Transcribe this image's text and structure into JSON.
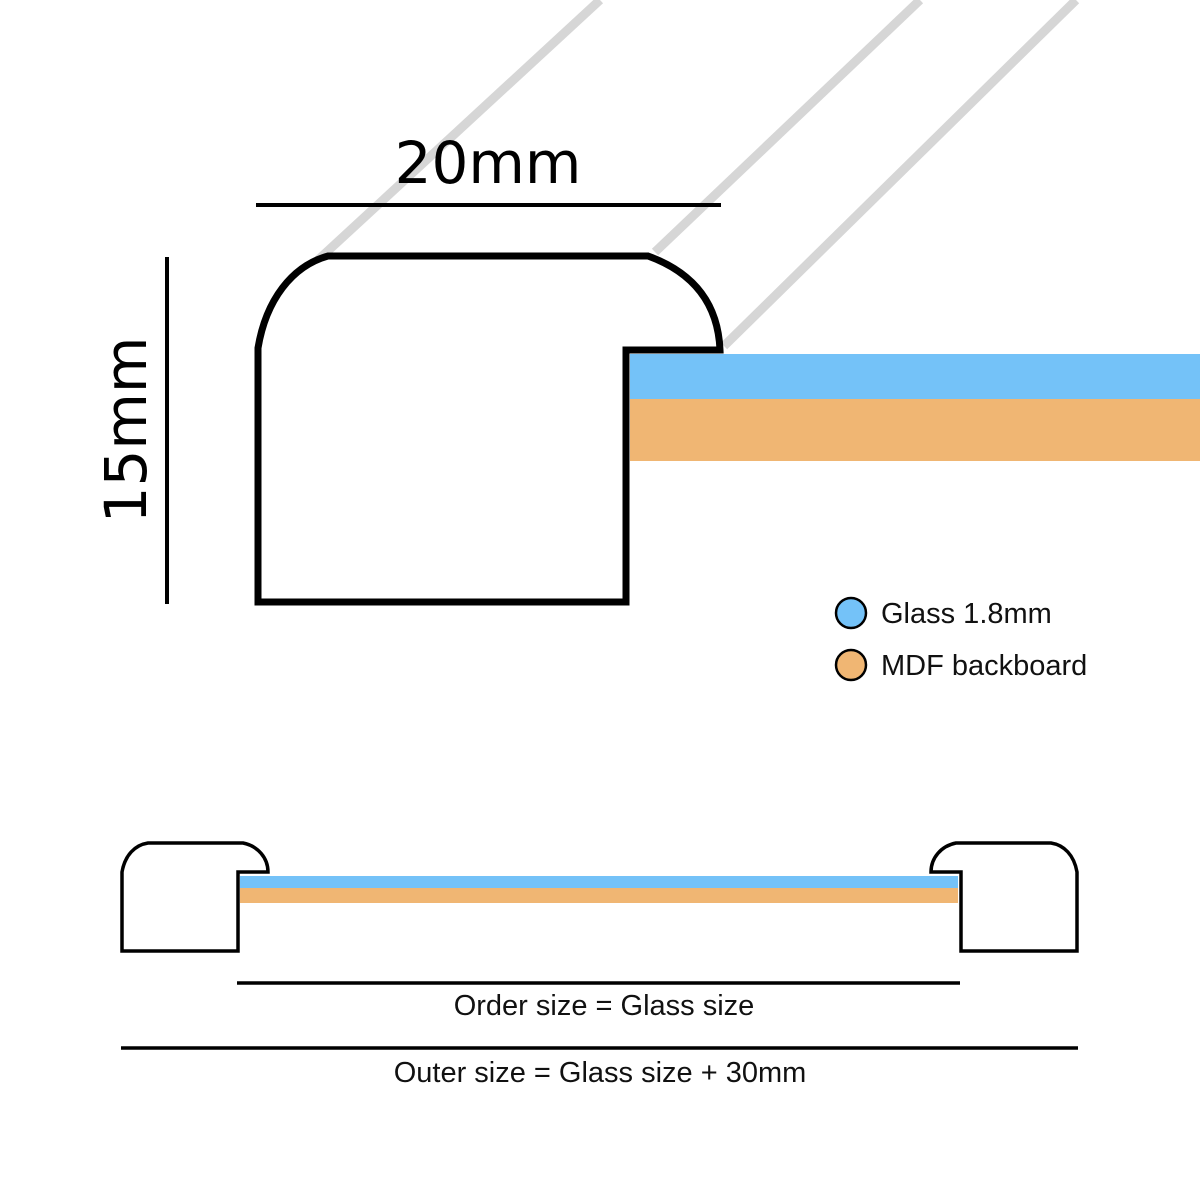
{
  "dimensions": {
    "width_label": "20mm",
    "height_label": "15mm"
  },
  "legend": [
    {
      "label": "Glass 1.8mm",
      "color": "#74C2F8"
    },
    {
      "label": "MDF backboard",
      "color": "#F0B673"
    }
  ],
  "captions": {
    "order_size": "Order size = Glass size",
    "outer_size": "Outer size = Glass size + 30mm"
  },
  "colors": {
    "glass": "#74C2F8",
    "mdf": "#F0B673",
    "guide": "#D6D6D6",
    "outline": "#000000"
  }
}
